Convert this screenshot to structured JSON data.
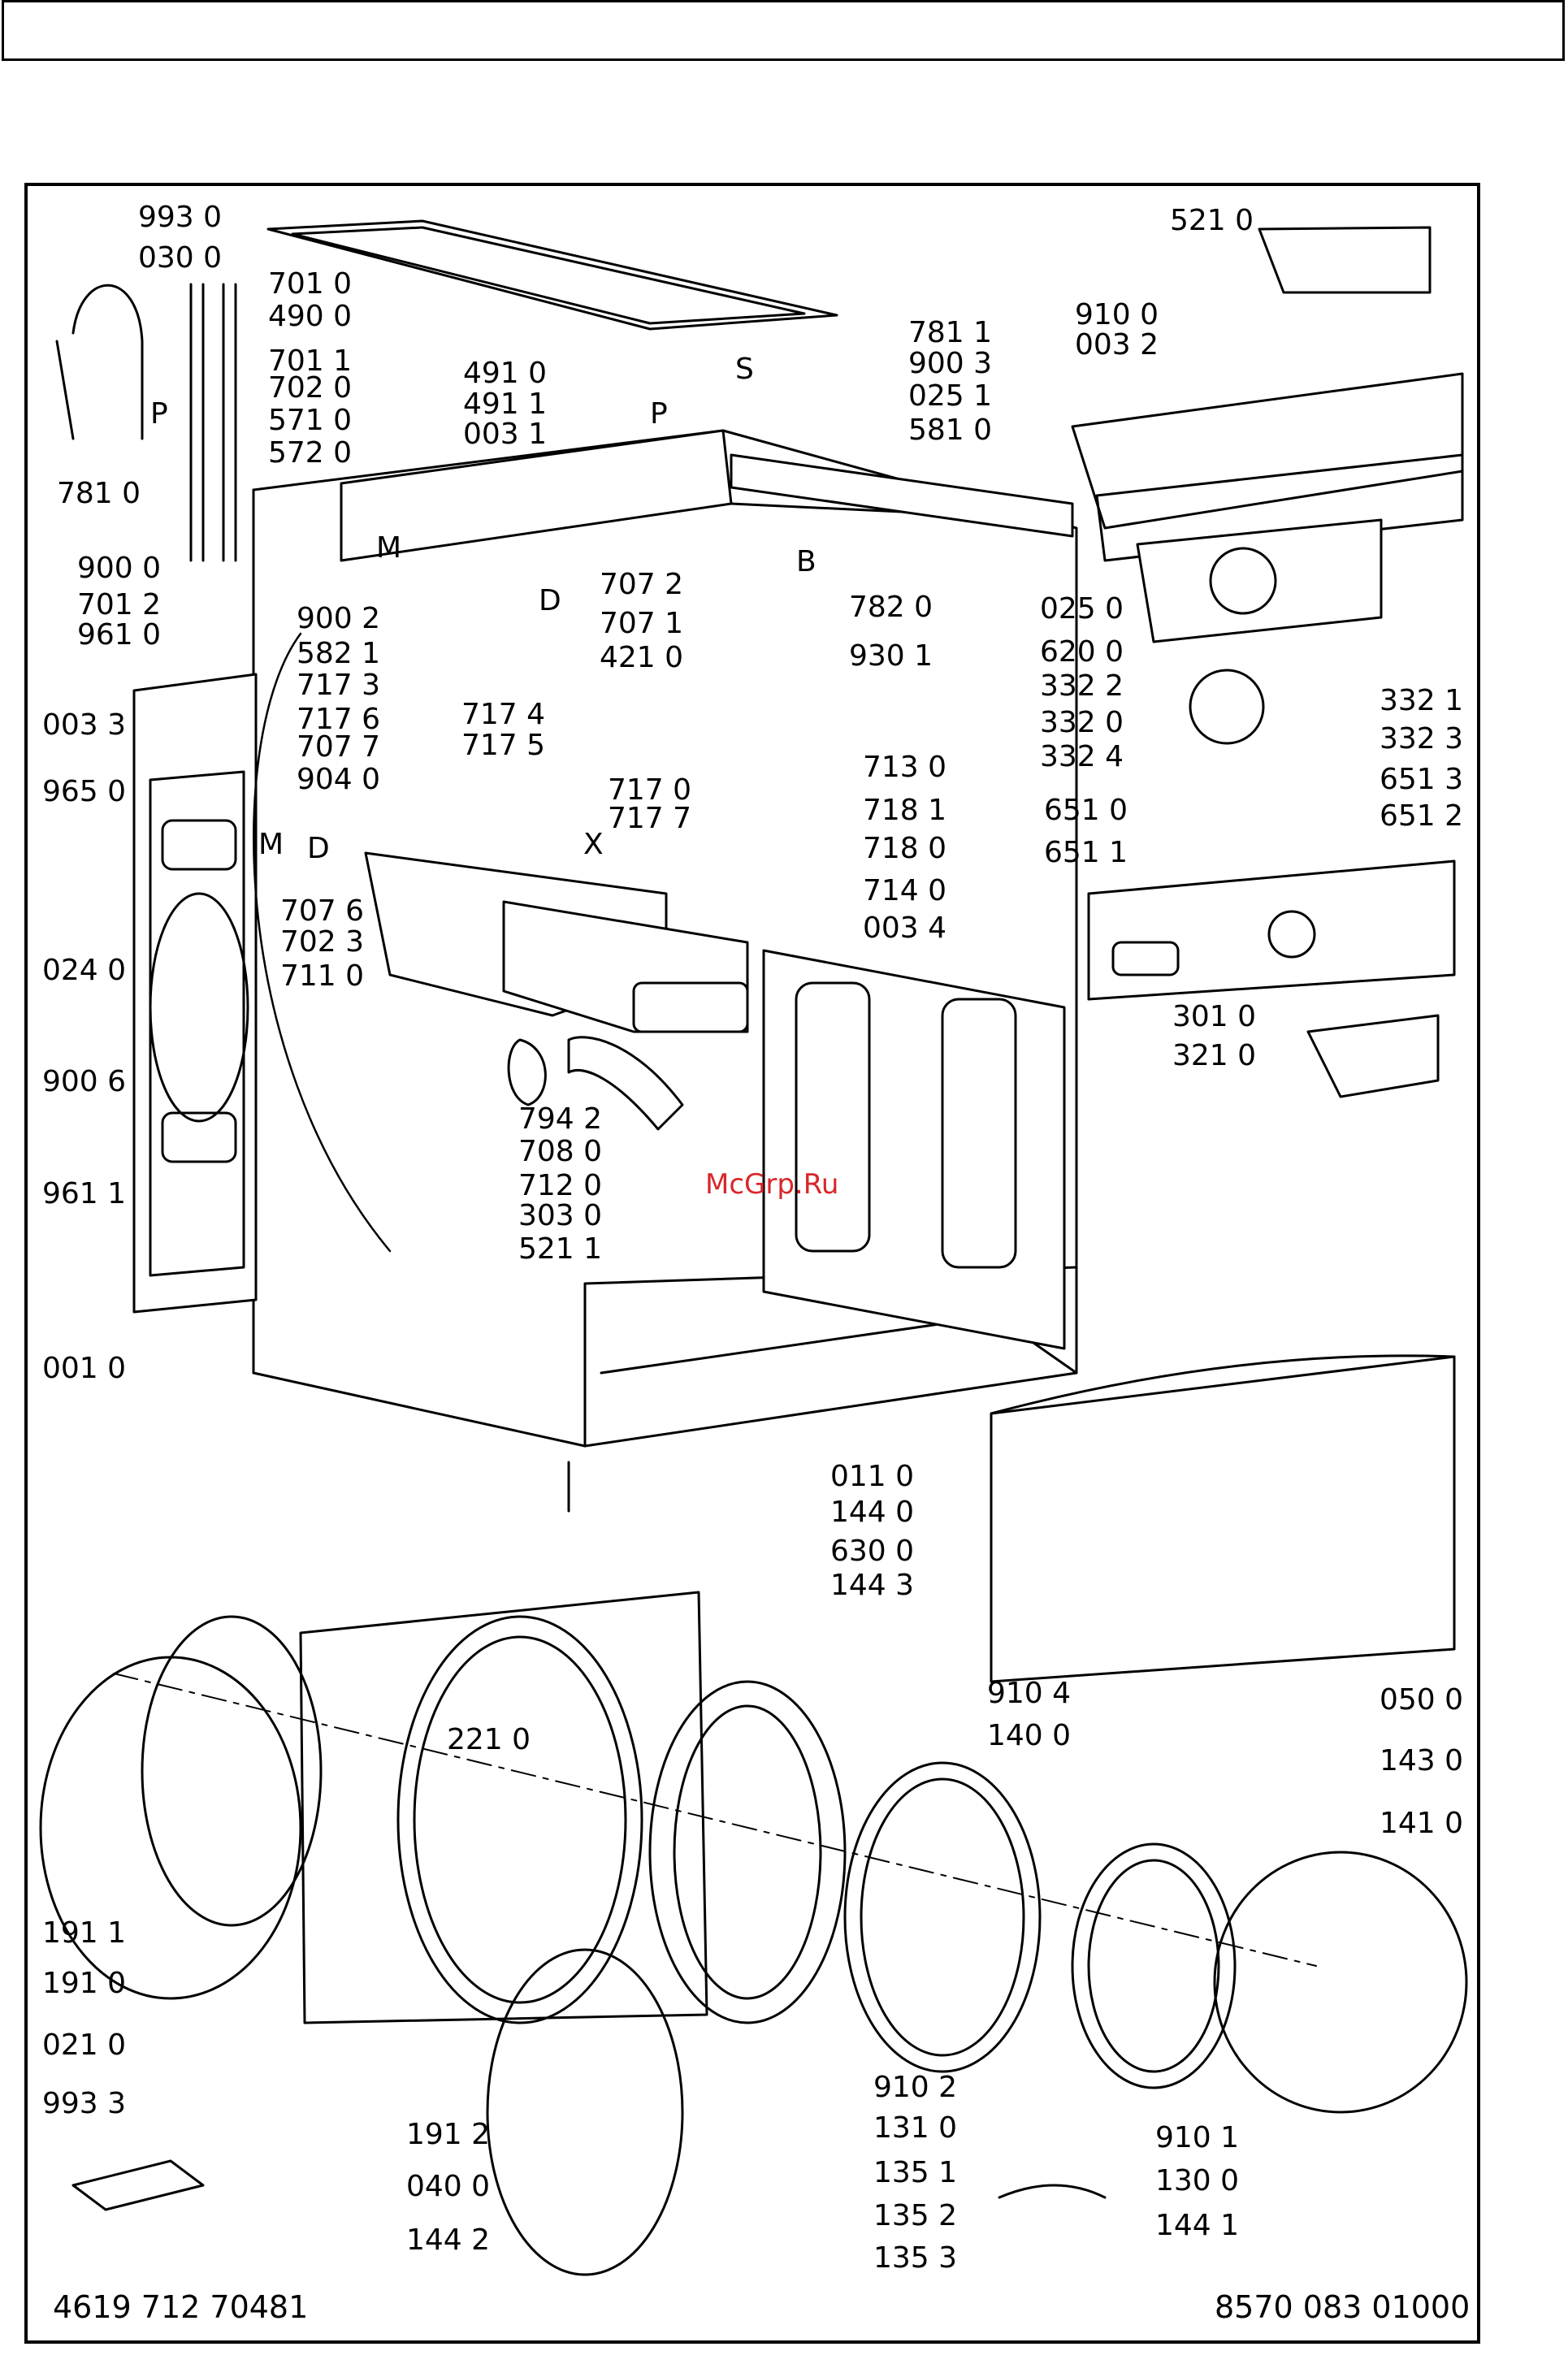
{
  "watermark": "McGrp.Ru",
  "footer": {
    "left_code": "4619 712 70481",
    "right_code": "8570 083 01000"
  },
  "labels": [
    {
      "id": "l9930",
      "text": "993 0"
    },
    {
      "id": "l0300",
      "text": "030 0"
    },
    {
      "id": "l7010",
      "text": "701 0"
    },
    {
      "id": "l4900",
      "text": "490 0"
    },
    {
      "id": "l7011",
      "text": "701 1"
    },
    {
      "id": "l7020",
      "text": "702 0"
    },
    {
      "id": "l5710",
      "text": "571 0"
    },
    {
      "id": "l5720",
      "text": "572 0"
    },
    {
      "id": "lP1",
      "text": "P"
    },
    {
      "id": "l7810",
      "text": "781 0"
    },
    {
      "id": "l9000",
      "text": "900 0"
    },
    {
      "id": "l7012",
      "text": "701 2"
    },
    {
      "id": "l9610",
      "text": "961 0"
    },
    {
      "id": "l0033",
      "text": "003 3"
    },
    {
      "id": "l9650",
      "text": "965 0"
    },
    {
      "id": "lM1",
      "text": "M"
    },
    {
      "id": "l0240",
      "text": "024 0"
    },
    {
      "id": "l9006",
      "text": "900 6"
    },
    {
      "id": "l9611",
      "text": "961 1"
    },
    {
      "id": "l0010",
      "text": "001 0"
    },
    {
      "id": "l4910",
      "text": "491 0"
    },
    {
      "id": "l4911",
      "text": "491 1"
    },
    {
      "id": "l0031",
      "text": "003 1"
    },
    {
      "id": "lM2",
      "text": "M"
    },
    {
      "id": "lD1",
      "text": "D"
    },
    {
      "id": "l9002",
      "text": "900 2"
    },
    {
      "id": "l5821",
      "text": "582 1"
    },
    {
      "id": "l7072",
      "text": "707 2"
    },
    {
      "id": "l7071",
      "text": "707 1"
    },
    {
      "id": "l4210",
      "text": "421 0"
    },
    {
      "id": "l7173",
      "text": "717 3"
    },
    {
      "id": "l7176",
      "text": "717 6"
    },
    {
      "id": "l7077",
      "text": "707 7"
    },
    {
      "id": "l9040",
      "text": "904 0"
    },
    {
      "id": "lD2",
      "text": "D"
    },
    {
      "id": "l7076",
      "text": "707 6"
    },
    {
      "id": "l7023",
      "text": "702 3"
    },
    {
      "id": "l7110",
      "text": "711 0"
    },
    {
      "id": "l7174",
      "text": "717 4"
    },
    {
      "id": "l7175",
      "text": "717 5"
    },
    {
      "id": "l7170",
      "text": "717 0"
    },
    {
      "id": "l7177",
      "text": "717 7"
    },
    {
      "id": "lX",
      "text": "X"
    },
    {
      "id": "l7942",
      "text": "794 2"
    },
    {
      "id": "l7080",
      "text": "708 0"
    },
    {
      "id": "l7120",
      "text": "712 0"
    },
    {
      "id": "l3030",
      "text": "303 0"
    },
    {
      "id": "l5211",
      "text": "521 1"
    },
    {
      "id": "l5210",
      "text": "521 0"
    },
    {
      "id": "l9100",
      "text": "910 0"
    },
    {
      "id": "l0032",
      "text": "003 2"
    },
    {
      "id": "l7811",
      "text": "781 1"
    },
    {
      "id": "lS",
      "text": "S"
    },
    {
      "id": "l9003",
      "text": "900 3"
    },
    {
      "id": "lP2",
      "text": "P"
    },
    {
      "id": "l0251",
      "text": "025 1"
    },
    {
      "id": "l5810",
      "text": "581 0"
    },
    {
      "id": "lB",
      "text": "B"
    },
    {
      "id": "l7820",
      "text": "782 0"
    },
    {
      "id": "l9301",
      "text": "930 1"
    },
    {
      "id": "l0250",
      "text": "025 0"
    },
    {
      "id": "l6200",
      "text": "620 0"
    },
    {
      "id": "l3322",
      "text": "332 2"
    },
    {
      "id": "l3320",
      "text": "332 0"
    },
    {
      "id": "l3324",
      "text": "332 4"
    },
    {
      "id": "l3321",
      "text": "332 1"
    },
    {
      "id": "l3323",
      "text": "332 3"
    },
    {
      "id": "l7130",
      "text": "713 0"
    },
    {
      "id": "l7181",
      "text": "718 1"
    },
    {
      "id": "l7180",
      "text": "718 0"
    },
    {
      "id": "l7140",
      "text": "714 0"
    },
    {
      "id": "l0034",
      "text": "003 4"
    },
    {
      "id": "l6510",
      "text": "651 0"
    },
    {
      "id": "l6511",
      "text": "651 1"
    },
    {
      "id": "l6513",
      "text": "651 3"
    },
    {
      "id": "l6512",
      "text": "651 2"
    },
    {
      "id": "l3010",
      "text": "301 0"
    },
    {
      "id": "l3210",
      "text": "321 0"
    },
    {
      "id": "l0110",
      "text": "011 0"
    },
    {
      "id": "l1440",
      "text": "144 0"
    },
    {
      "id": "l6300",
      "text": "630 0"
    },
    {
      "id": "l1443",
      "text": "144 3"
    },
    {
      "id": "l9104",
      "text": "910 4"
    },
    {
      "id": "l1400",
      "text": "140 0"
    },
    {
      "id": "l0500",
      "text": "050 0"
    },
    {
      "id": "l2210",
      "text": "221 0"
    },
    {
      "id": "l1430",
      "text": "143 0"
    },
    {
      "id": "l1410",
      "text": "141 0"
    },
    {
      "id": "l1911",
      "text": "191 1"
    },
    {
      "id": "l1910",
      "text": "191 0"
    },
    {
      "id": "l0210",
      "text": "021 0"
    },
    {
      "id": "l9933",
      "text": "993 3"
    },
    {
      "id": "l1912",
      "text": "191 2"
    },
    {
      "id": "l0400",
      "text": "040 0"
    },
    {
      "id": "l1442",
      "text": "144 2"
    },
    {
      "id": "l9102",
      "text": "910 2"
    },
    {
      "id": "l1310",
      "text": "131 0"
    },
    {
      "id": "l1351",
      "text": "135 1"
    },
    {
      "id": "l1352",
      "text": "135 2"
    },
    {
      "id": "l1353",
      "text": "135 3"
    },
    {
      "id": "l9101",
      "text": "910 1"
    },
    {
      "id": "l1300",
      "text": "130 0"
    },
    {
      "id": "l1441",
      "text": "144 1"
    }
  ],
  "colors": {
    "line": "#000000",
    "watermark": "#d8262b",
    "fill": "#ffffff",
    "shade": "#e6e6e6"
  }
}
